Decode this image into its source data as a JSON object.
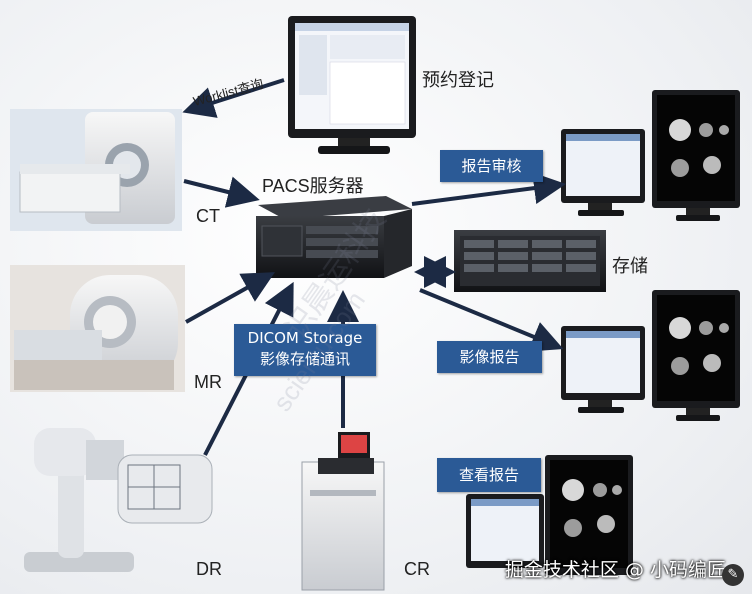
{
  "labels": {
    "worklist": "Worklist查询",
    "booking": "预约登记",
    "pacs_server": "PACS服务器",
    "ct": "CT",
    "mr": "MR",
    "dr": "DR",
    "cr": "CR",
    "storage": "存储",
    "report_review": "报告审核",
    "image_report": "影像报告",
    "view_report": "查看报告",
    "dicom_line1": "DICOM Storage",
    "dicom_line2": "影像存储通讯"
  },
  "watermark": {
    "line1": "识晨运科技",
    "line2": "scientu.com"
  },
  "footer": {
    "text": "掘金技术社区 @ 小码编匠",
    "corner_icon": "chat-bubble-icon"
  },
  "colors": {
    "label_box": "#2b5a96",
    "arrow": "#1c2a44"
  }
}
